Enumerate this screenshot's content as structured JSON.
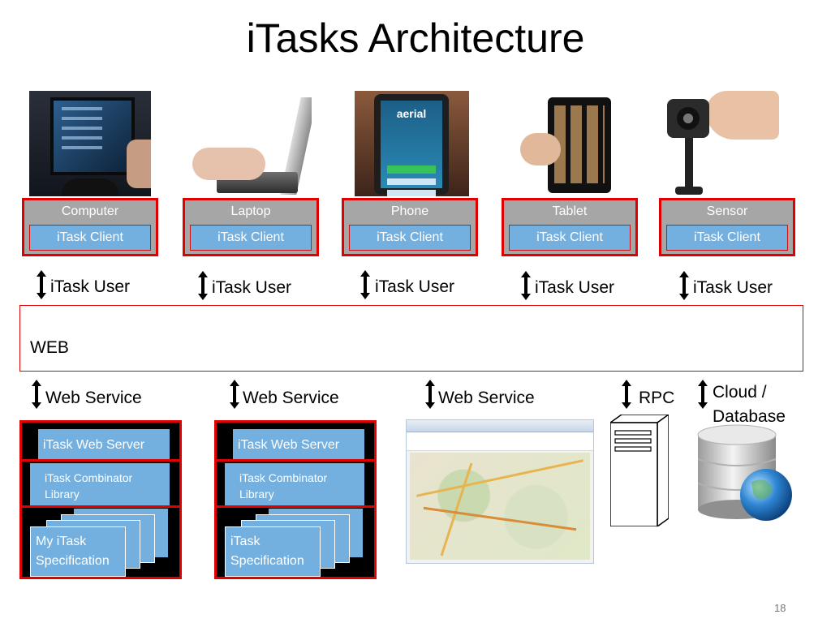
{
  "title": "iTasks Architecture",
  "devices": [
    {
      "name": "Computer",
      "client": "iTask Client",
      "user_label": "iTask User"
    },
    {
      "name": "Laptop",
      "client": "iTask Client",
      "user_label": "iTask User"
    },
    {
      "name": "Phone",
      "client": "iTask Client",
      "user_label": "iTask User"
    },
    {
      "name": "Tablet",
      "client": "iTask Client",
      "user_label": "iTask User"
    },
    {
      "name": "Sensor",
      "client": "iTask Client",
      "user_label": "iTask User"
    }
  ],
  "phone_screen_text": "aerial",
  "web_label": "WEB",
  "connections": {
    "web_service_1": "Web Service",
    "web_service_2": "Web Service",
    "web_service_3": "Web Service",
    "rpc": "RPC",
    "cloud_db": "Cloud /\nDatabase"
  },
  "servers": [
    {
      "web_server": "iTask Web Server",
      "library": "iTask Combinator Library",
      "spec": "My iTask Specification"
    },
    {
      "web_server": "iTask Web Server",
      "library": "iTask Combinator Library",
      "spec": "iTask Specification"
    }
  ],
  "page_number": "18",
  "colors": {
    "accent_red": "#e00000",
    "box_blue": "#73b0e0",
    "box_gray": "#a6a6a6"
  }
}
